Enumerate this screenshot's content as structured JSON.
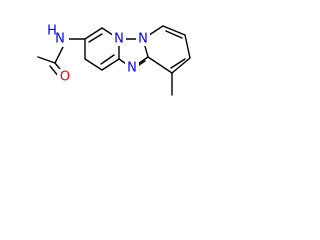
{
  "molecule": {
    "atom_labels": {
      "nitrogen_amide_hydrogen": "N",
      "hydrogen_amide": "H",
      "oxygen_carbonyl": "O",
      "nitrogen_pyridine": "N",
      "nitrogen_bridgehead": "N",
      "nitrogen_imidazole": "N"
    },
    "colors": {
      "nitrogen": "#0000ff",
      "oxygen": "#ff0000",
      "bond": "#000000"
    }
  }
}
